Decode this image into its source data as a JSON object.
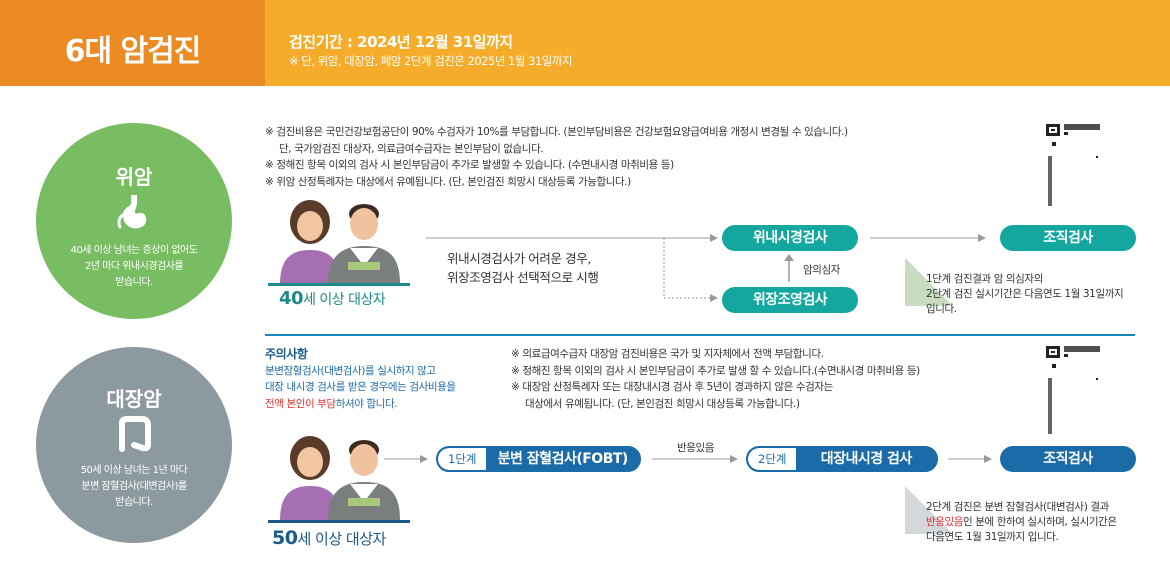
{
  "header": {
    "title": "6대 암검진",
    "period": "검진기간 : 2024년 12월 31일까지",
    "note": "※ 단, 위암, 대장암, 폐암 2단계 검진은 2025년 1월 31일까지"
  },
  "stomach": {
    "name": "위암",
    "desc": [
      "40세 이상 남녀는 증상이 없어도",
      "2년 마다 위내시경검사를",
      "받습니다."
    ],
    "notes": [
      "※ 검진비용은 국민건강보험공단이 90% 수검자가 10%를 부담합니다. (본인부담비용은 건강보험요양급여비용 개정시 변경될 수 있습니다.)",
      "단, 국가암검진 대상자, 의료급여수급자는 본인부담이 없습니다.",
      "※ 정해진 항목 이외의 검사 시 본인부담금이 추가로 발생할 수 있습니다. (수면내시경 마취비용 등)",
      "※ 위암 산정특례자는 대상에서 유예됩니다. (단, 본인검진 희망시 대상등록 가능합니다.)"
    ],
    "age_label_num": "40",
    "age_label_rest": "세 이상 대상자",
    "alt_text": [
      "위내시경검사가 어려운 경우,",
      "위장조영검사 선택적으로 시행"
    ],
    "step_endoscopy": "위내시경검사",
    "step_contrast": "위장조영검사",
    "suspect": "암의심자",
    "step_biopsy": "조직검사",
    "footnote": [
      "1단계 검진결과 암 의심자의",
      "2단계 검진 실시기간은 다음연도 1월 31일까지",
      "입니다."
    ]
  },
  "colon": {
    "name": "대장암",
    "desc": [
      "50세 이상 남녀는 1년 마다",
      "분변 잠혈검사(대변검사)를",
      "받습니다."
    ],
    "caution_title": "주의사항",
    "caution": [
      "분변잠혈검사(대변검사)를 실시하지 않고",
      "대장 내시경 검사를 받은 경우에는 검사비용을"
    ],
    "caution_red": "전액 본인이 부담",
    "caution_end": "하셔야 합니다.",
    "notes": [
      "※ 의료급여수급자 대장암 검진비용은 국가 및 지자체에서 전액 부담합니다.",
      "※ 정해진 항목 이외의 검사 시 본인부담금이 추가로 발생 할 수 있습니다.(수면내시경 마취비용 등)",
      "※ 대장암 산정특례자 또는 대장내시경 검사 후 5년이 경과하지 않은 수검자는",
      "대상에서 유예됩니다. (단, 본인검진 희망시 대상등록 가능합니다.)"
    ],
    "age_label_num": "50",
    "age_label_rest": "세 이상 대상자",
    "step1_label": "1단계",
    "step1_text": "분변 잠혈검사(FOBT)",
    "reaction": "반응있음",
    "step2_label": "2단계",
    "step2_text": "대장내시경 검사",
    "step_biopsy": "조직검사",
    "footnote_1": "2단계 검진은 분변 잠혈검사(대변검사) 결과",
    "footnote_red": "반응있음",
    "footnote_2": "인 분에 한하여 실시하며, 실시기간은",
    "footnote_3": "다음연도 1월 31일까지 입니다."
  },
  "colors": {
    "orange_dark": "#ec8a23",
    "orange": "#f4ac2a",
    "green": "#79bd63",
    "gray": "#8c9aa0",
    "teal": "#14a7a0",
    "blue": "#1b6ba8",
    "navy": "#1c5a8a",
    "red": "#e0312b"
  }
}
